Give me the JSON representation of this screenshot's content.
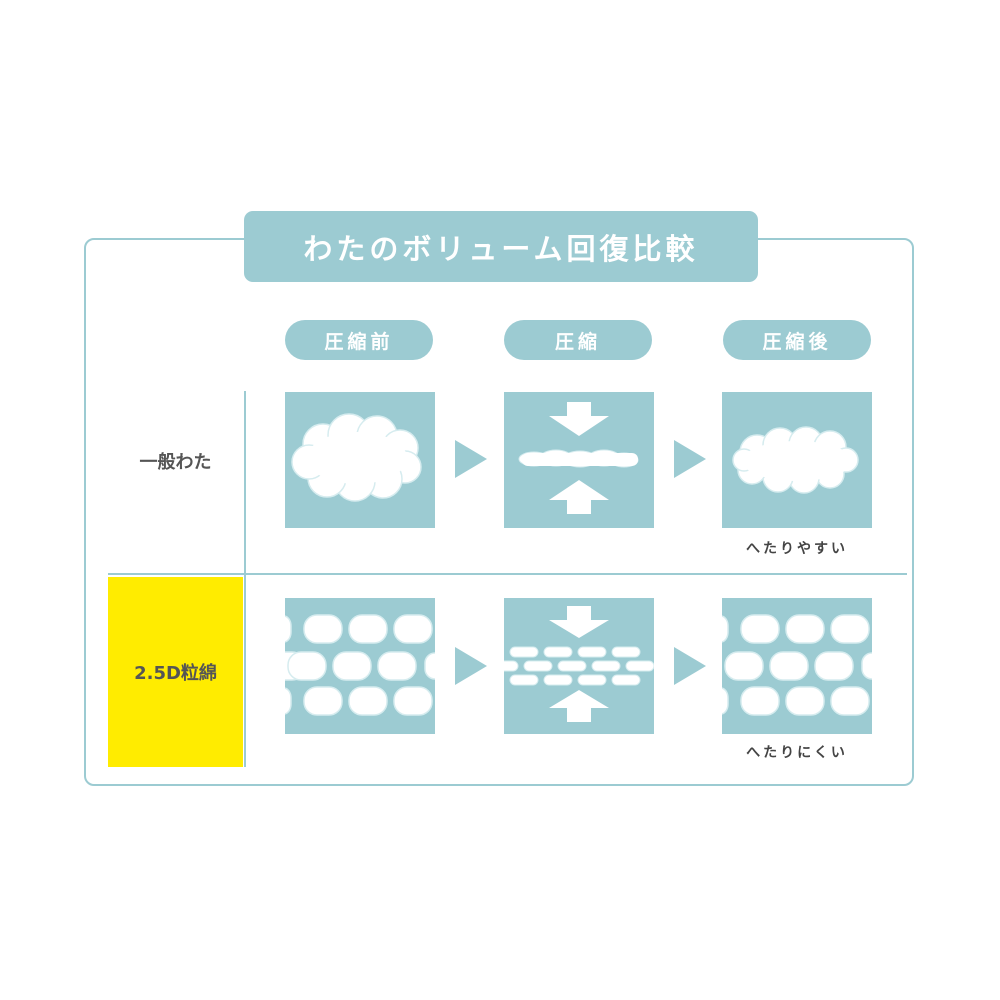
{
  "title": "わたのボリューム回復比較",
  "phases": [
    "圧縮前",
    "圧縮",
    "圧縮後"
  ],
  "rows": [
    {
      "label": "一般わた",
      "caption": "へたりやすい"
    },
    {
      "label": "2.5D粒綿",
      "caption": "へたりにくい"
    }
  ],
  "colors": {
    "accent": "#9ccbd2",
    "highlight": "#ffec00",
    "text": "#555555",
    "panel_fill": "#ffffff"
  },
  "icons": [
    "cloud-icon",
    "compress-arrow-icon",
    "chevron-right-icon"
  ]
}
